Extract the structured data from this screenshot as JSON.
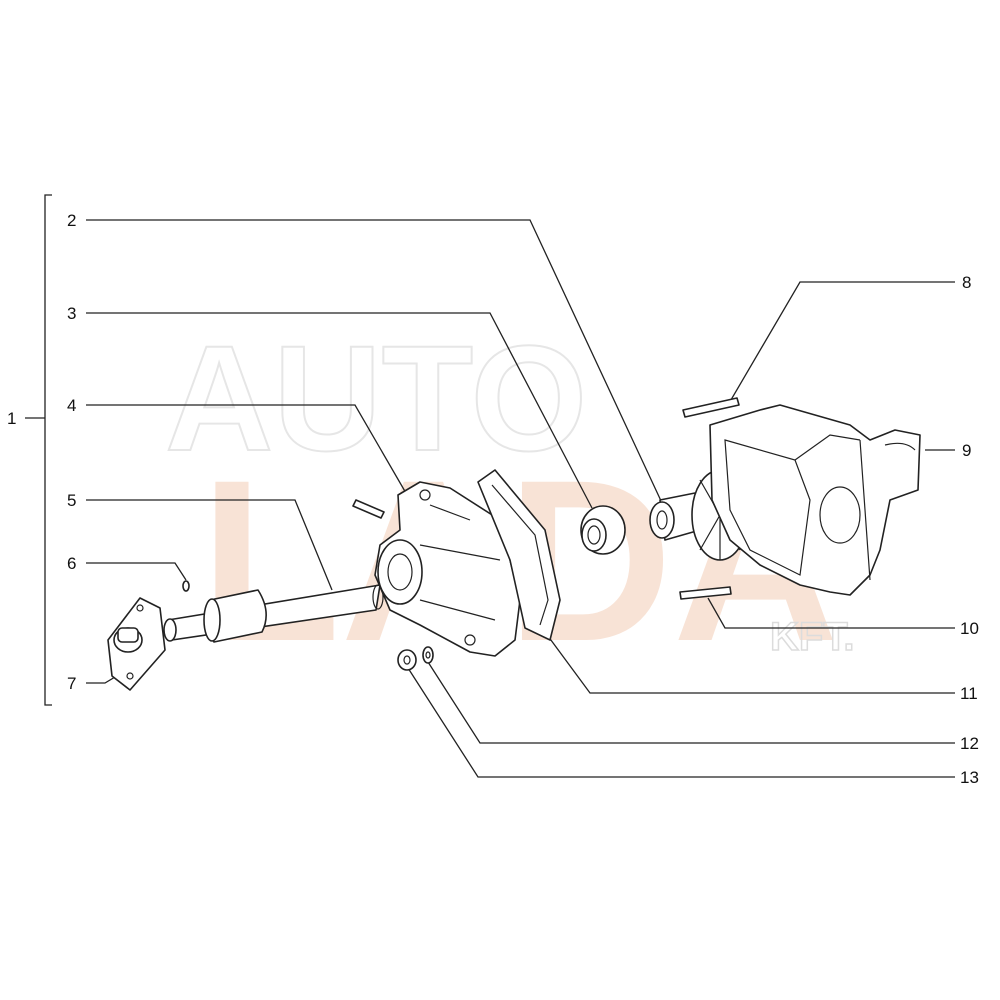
{
  "watermark": {
    "top": "AUTO",
    "main": "LADA",
    "suffix": "KFT.",
    "main_color": "#f6d9c8"
  },
  "callouts": [
    {
      "id": "1",
      "label": "1"
    },
    {
      "id": "2",
      "label": "2"
    },
    {
      "id": "3",
      "label": "3"
    },
    {
      "id": "4",
      "label": "4"
    },
    {
      "id": "5",
      "label": "5"
    },
    {
      "id": "6",
      "label": "6"
    },
    {
      "id": "7",
      "label": "7"
    },
    {
      "id": "8",
      "label": "8"
    },
    {
      "id": "9",
      "label": "9"
    },
    {
      "id": "10",
      "label": "10"
    },
    {
      "id": "11",
      "label": "11"
    },
    {
      "id": "12",
      "label": "12"
    },
    {
      "id": "13",
      "label": "13"
    }
  ]
}
